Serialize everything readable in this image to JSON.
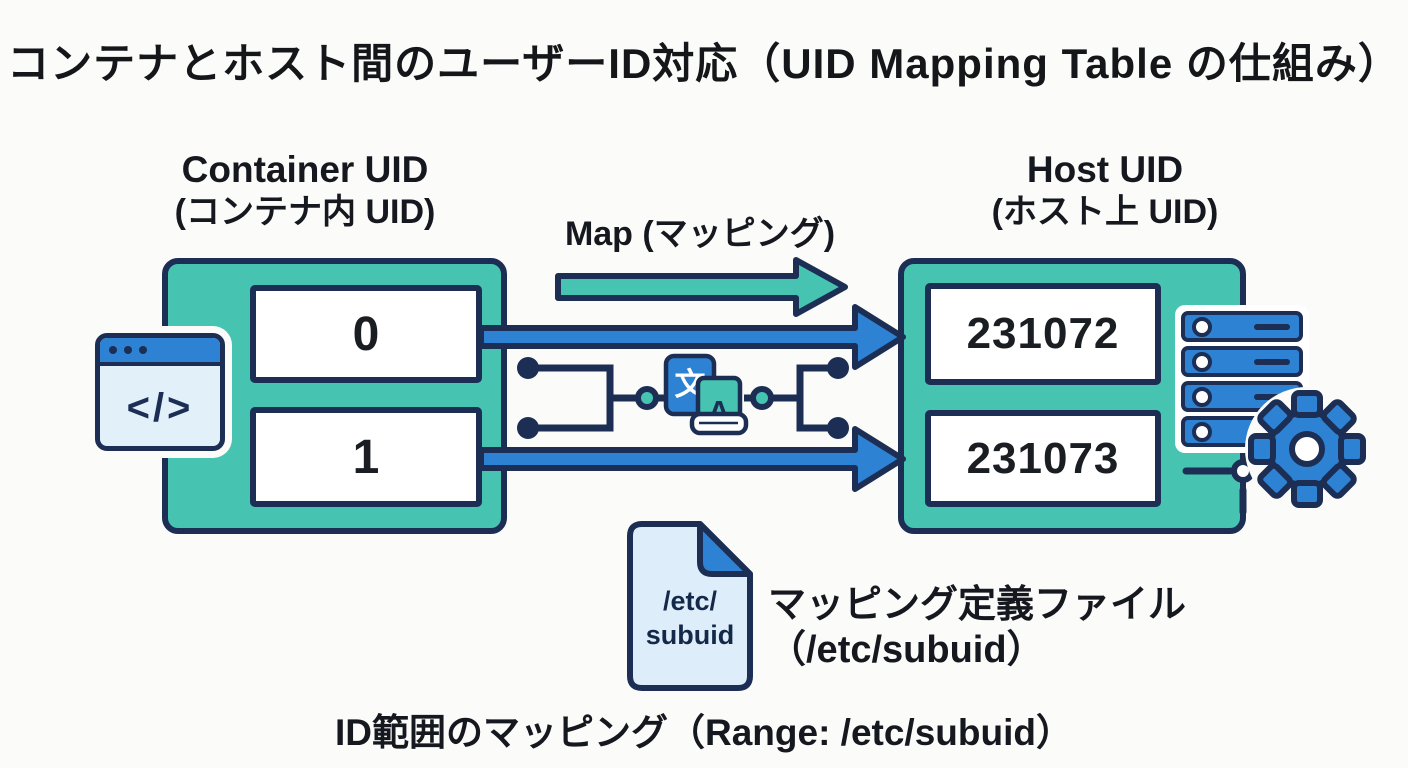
{
  "title": "コンテナとホスト間のユーザーID対応（UID Mapping Table の仕組み）",
  "colors": {
    "teal": "#46c4b1",
    "navy": "#1c2e54",
    "blue": "#2d82d3",
    "light_blue": "#e2f0fa",
    "background": "#fbfbf9"
  },
  "left_panel": {
    "heading_en": "Container UID",
    "heading_ja": "(コンテナ内 UID)",
    "cells": [
      "0",
      "1"
    ]
  },
  "map_flow": {
    "label": "Map (マッピング)"
  },
  "right_panel": {
    "heading_en": "Host UID",
    "heading_ja": "(ホスト上 UID)",
    "cells": [
      "231072",
      "231073"
    ]
  },
  "code_window_icon": {
    "glyph": "</>"
  },
  "translate_icon": {
    "left_glyph": "文",
    "right_glyph": "A"
  },
  "mapping_file": {
    "file_line1": "/etc/",
    "file_line2": "subuid",
    "label_line1": "マッピング定義ファイル",
    "label_line2": "（/etc/subuid）"
  },
  "caption": "ID範囲のマッピング（Range: /etc/subuid）"
}
